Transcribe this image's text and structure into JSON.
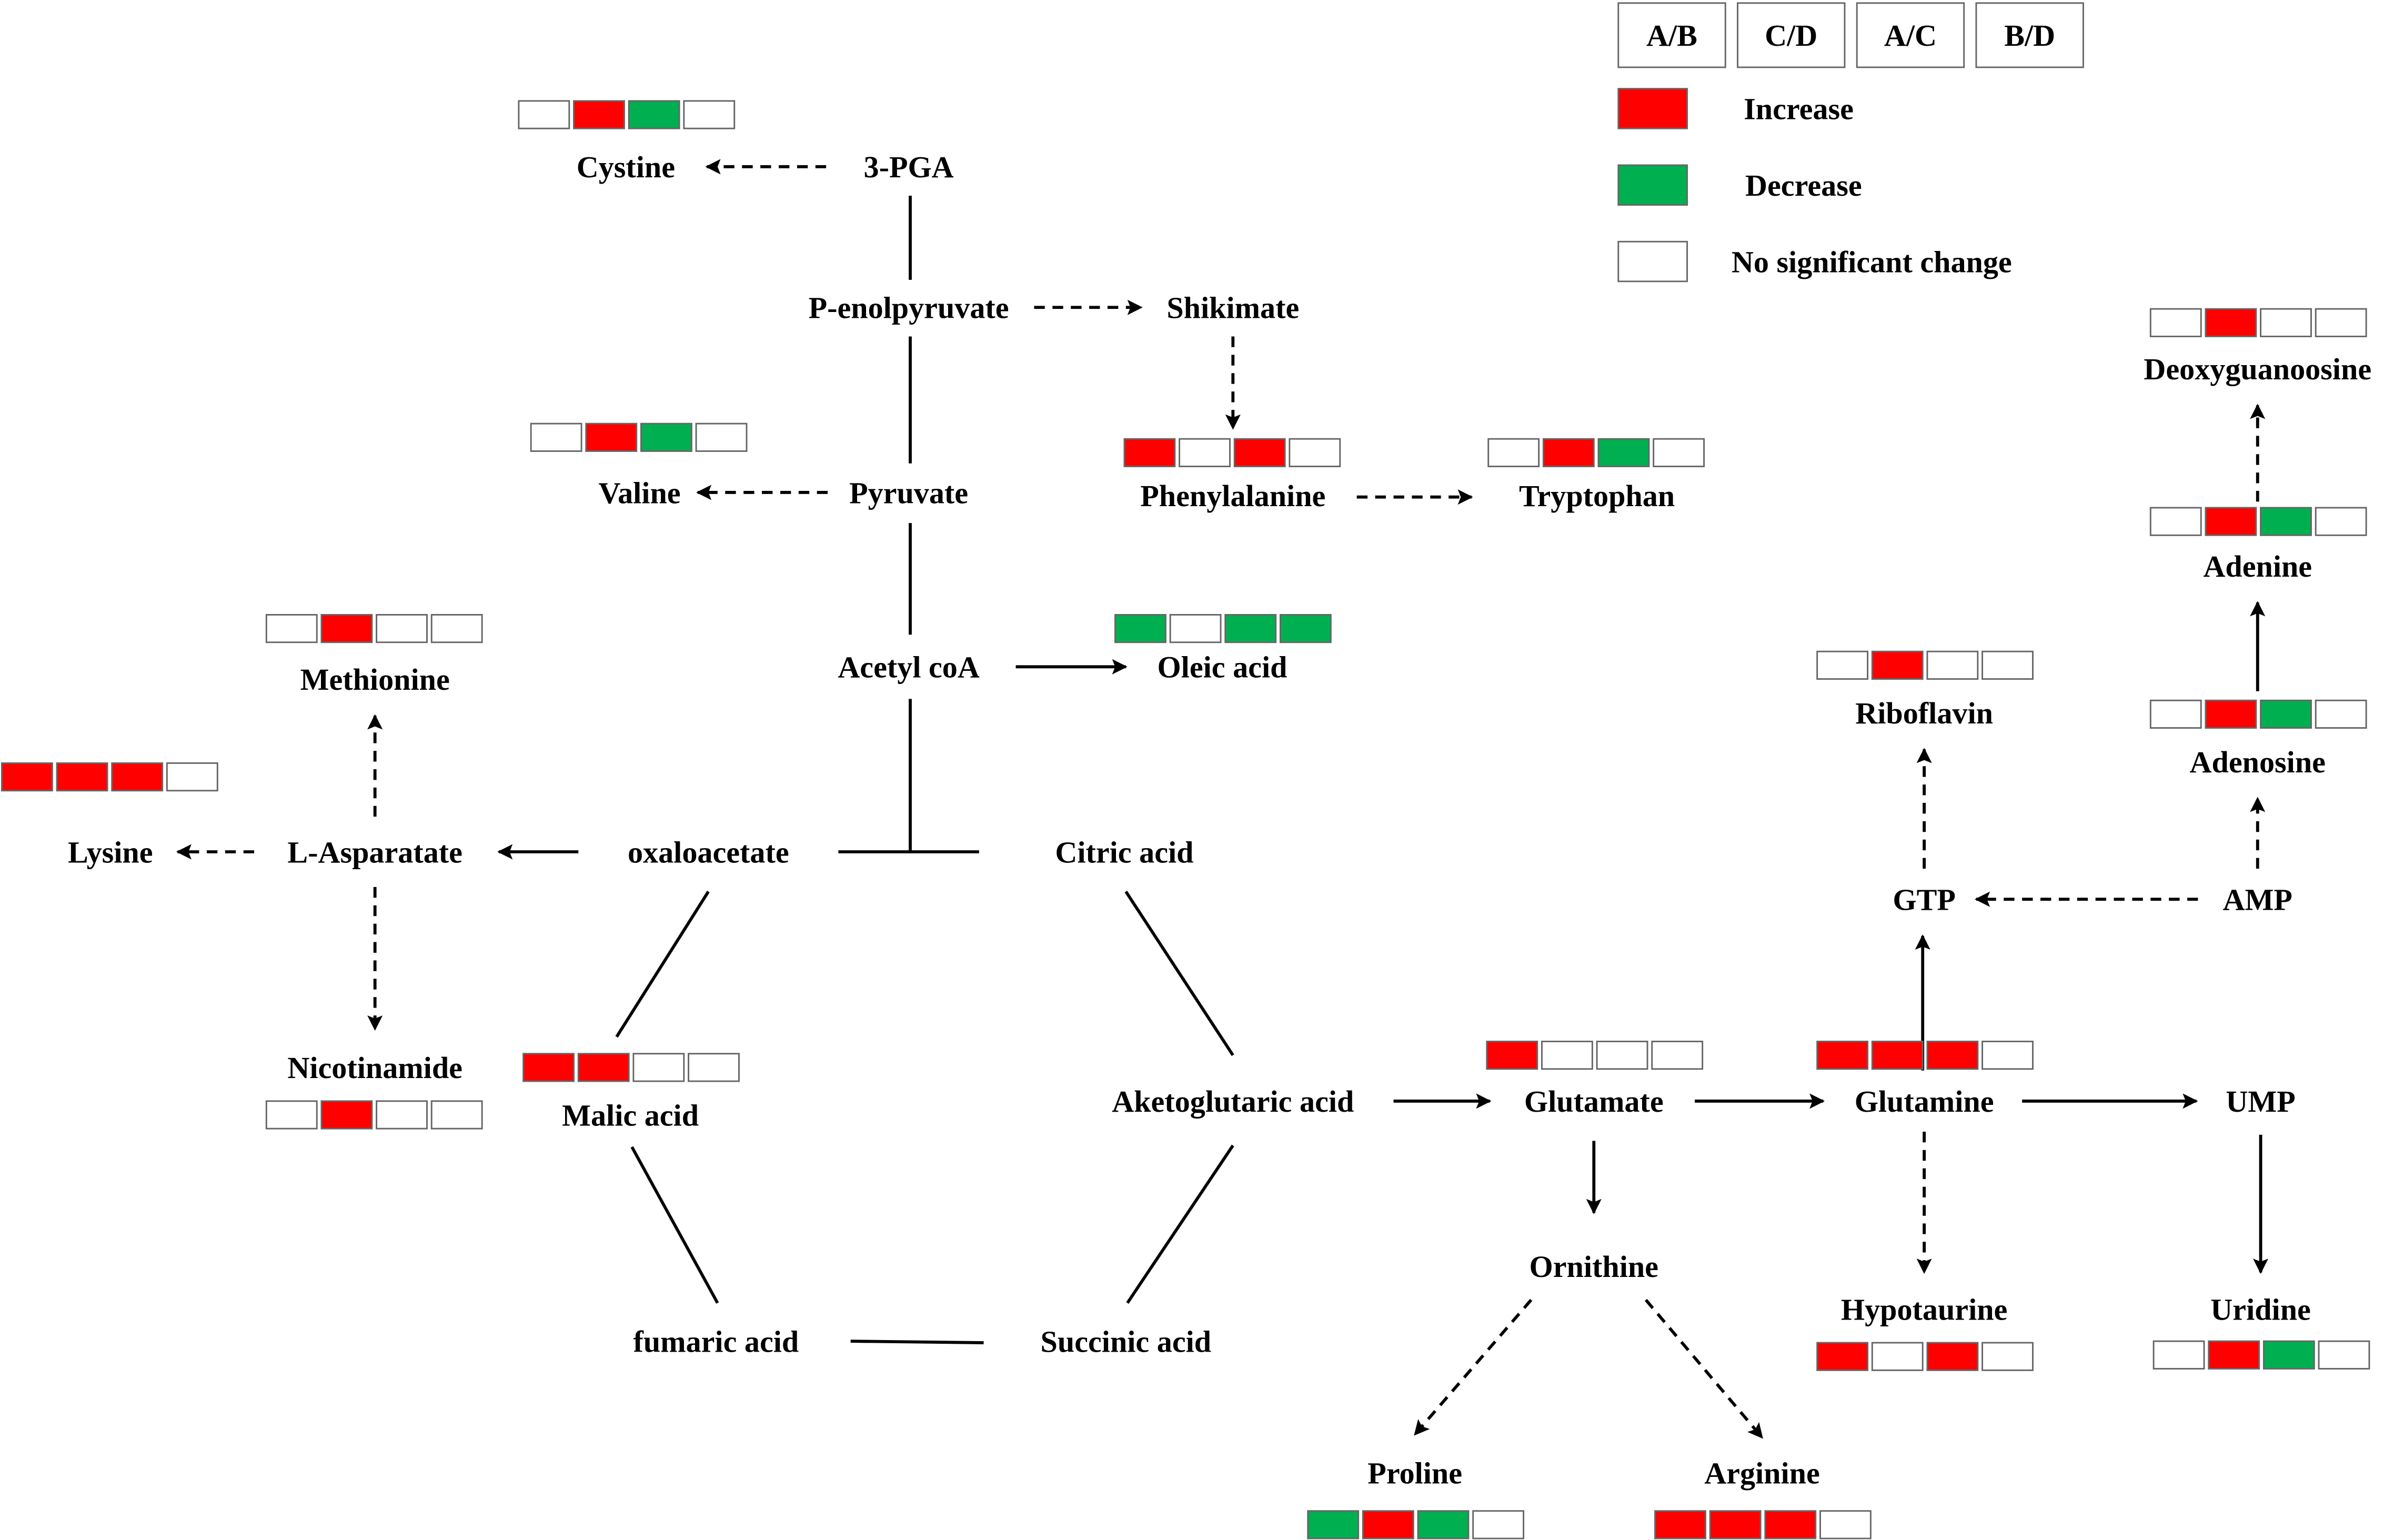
{
  "colors": {
    "increase": "#FF0000",
    "decrease": "#00B050",
    "none": "#FFFFFF"
  },
  "legend": {
    "comparisons": [
      "A/B",
      "C/D",
      "A/C",
      "B/D"
    ],
    "increase": "Increase",
    "decrease": "Decrease",
    "none": "No significant change"
  },
  "nodes": {
    "cystine": {
      "label": "Cystine",
      "states": [
        "none",
        "increase",
        "decrease",
        "none"
      ]
    },
    "pga": {
      "label": "3-PGA"
    },
    "penol": {
      "label": "P-enolpyruvate"
    },
    "shikimate": {
      "label": "Shikimate"
    },
    "valine": {
      "label": "Valine",
      "states": [
        "none",
        "increase",
        "decrease",
        "none"
      ]
    },
    "pyruvate": {
      "label": "Pyruvate"
    },
    "phenylalanine": {
      "label": "Phenylalanine",
      "states": [
        "increase",
        "none",
        "increase",
        "none"
      ]
    },
    "tryptophan": {
      "label": "Tryptophan",
      "states": [
        "none",
        "increase",
        "decrease",
        "none"
      ]
    },
    "acetyl": {
      "label": "Acetyl coA"
    },
    "oleic": {
      "label": "Oleic acid",
      "states": [
        "decrease",
        "none",
        "decrease",
        "decrease"
      ]
    },
    "methionine": {
      "label": "Methionine",
      "states": [
        "none",
        "increase",
        "none",
        "none"
      ]
    },
    "lysine": {
      "label": "Lysine",
      "states": [
        "increase",
        "increase",
        "increase",
        "none"
      ]
    },
    "asparatate": {
      "label": "L-Asparatate"
    },
    "oxaloacetate": {
      "label": "oxaloacetate"
    },
    "citric": {
      "label": "Citric acid"
    },
    "nicotinamide": {
      "label": "Nicotinamide",
      "states": [
        "none",
        "increase",
        "none",
        "none"
      ]
    },
    "malic": {
      "label": "Malic acid",
      "states": [
        "increase",
        "increase",
        "none",
        "none"
      ]
    },
    "aketo": {
      "label": "Aketoglutaric acid"
    },
    "glutamate": {
      "label": "Glutamate",
      "states": [
        "increase",
        "none",
        "none",
        "none"
      ]
    },
    "glutamine": {
      "label": "Glutamine",
      "states": [
        "increase",
        "increase",
        "increase",
        "none"
      ]
    },
    "ump": {
      "label": "UMP"
    },
    "ornithine": {
      "label": "Ornithine"
    },
    "hypotaurine": {
      "label": "Hypotaurine",
      "states": [
        "increase",
        "none",
        "increase",
        "none"
      ]
    },
    "uridine": {
      "label": "Uridine",
      "states": [
        "none",
        "increase",
        "decrease",
        "none"
      ]
    },
    "proline": {
      "label": "Proline",
      "states": [
        "decrease",
        "increase",
        "decrease",
        "none"
      ]
    },
    "arginine": {
      "label": "Arginine",
      "states": [
        "increase",
        "increase",
        "increase",
        "none"
      ]
    },
    "fumaric": {
      "label": "fumaric acid"
    },
    "succinic": {
      "label": "Succinic acid"
    },
    "riboflavin": {
      "label": "Riboflavin",
      "states": [
        "none",
        "increase",
        "none",
        "none"
      ]
    },
    "gtp": {
      "label": "GTP"
    },
    "amp": {
      "label": "AMP"
    },
    "adenosine": {
      "label": "Adenosine",
      "states": [
        "none",
        "increase",
        "decrease",
        "none"
      ]
    },
    "adenine": {
      "label": "Adenine",
      "states": [
        "none",
        "increase",
        "decrease",
        "none"
      ]
    },
    "deoxyguanoosine": {
      "label": "Deoxyguanoosine",
      "states": [
        "none",
        "increase",
        "none",
        "none"
      ]
    }
  }
}
